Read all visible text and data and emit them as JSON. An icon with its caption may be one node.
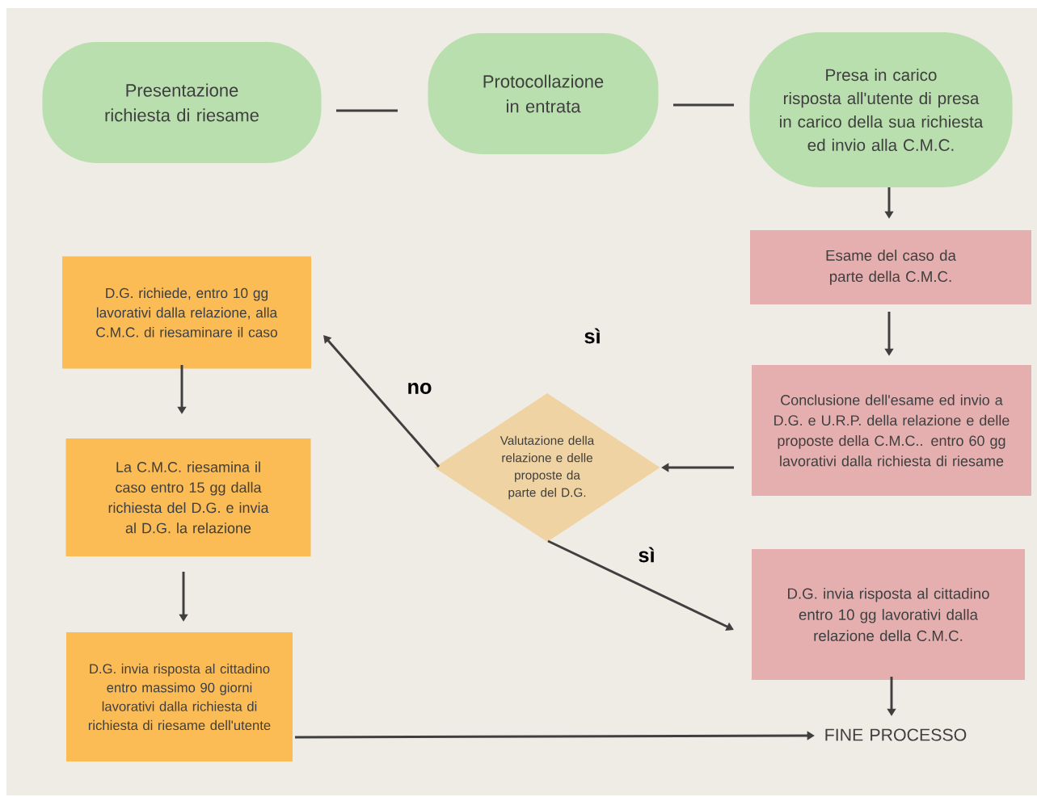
{
  "diagram": {
    "nodes": [
      {
        "text": [
          "Presentazione richiesta di riesame"
        ]
      },
      {
        "text": [
          "Protocollazione in entrata"
        ]
      },
      {
        "text": [
          "Presa in carico",
          "risposta all'utente di presa in carico della sua richiesta ed invio alla C.M.C."
        ]
      },
      {
        "text": [
          "Esame del caso da parte della C.M.C."
        ]
      },
      {
        "text": [
          "Conclusione dell'esame ed invio a D.G. e U.R.P. della relazione e delle proposte della C.M.C.. entro 60 gg lavorativi dalla richiesta di riesame"
        ]
      },
      {
        "text": [
          "Valutazione della relazione e delle proposte da parte del D.G."
        ]
      },
      {
        "text": [
          "D.G. richiede, entro 10 gg lavorativi dalla relazione, alla C.M.C. di riesaminare il caso"
        ]
      },
      {
        "text": [
          "La C.M.C. riesamina il caso entro 15 gg dalla richiesta del D.G. e invia al D.G. la relazione"
        ]
      },
      {
        "text": [
          "D.G. invia risposta al cittadino entro massimo 90 giorni lavorativi dalla richiesta di richiesta di riesame dell'utente"
        ]
      },
      {
        "text": [
          "D.G. invia risposta al cittadino entro 10 gg lavorativi dalla relazione della C.M.C."
        ]
      },
      {
        "text": [
          "FINE PROCESSO"
        ]
      }
    ],
    "edges": [
      {
        "from": 0,
        "to": 1,
        "arrow": "none"
      },
      {
        "from": 1,
        "to": 2,
        "arrow": "none"
      },
      {
        "from": 2,
        "to": 3,
        "arrow": "to"
      },
      {
        "from": 3,
        "to": 4,
        "arrow": "to"
      },
      {
        "from": 4,
        "to": 5,
        "arrow": "to"
      },
      {
        "from": 5,
        "to": 6,
        "arrow": "to",
        "label": "no"
      },
      {
        "from": 5,
        "to": 9,
        "arrow": "to",
        "label": "sì"
      },
      {
        "from": 6,
        "to": 7,
        "arrow": "to"
      },
      {
        "from": 7,
        "to": 8,
        "arrow": "to"
      },
      {
        "from": 9,
        "to": 10,
        "arrow": "to"
      },
      {
        "from": 8,
        "to": 10,
        "arrow": "to"
      }
    ],
    "labels": [
      "sì"
    ]
  }
}
